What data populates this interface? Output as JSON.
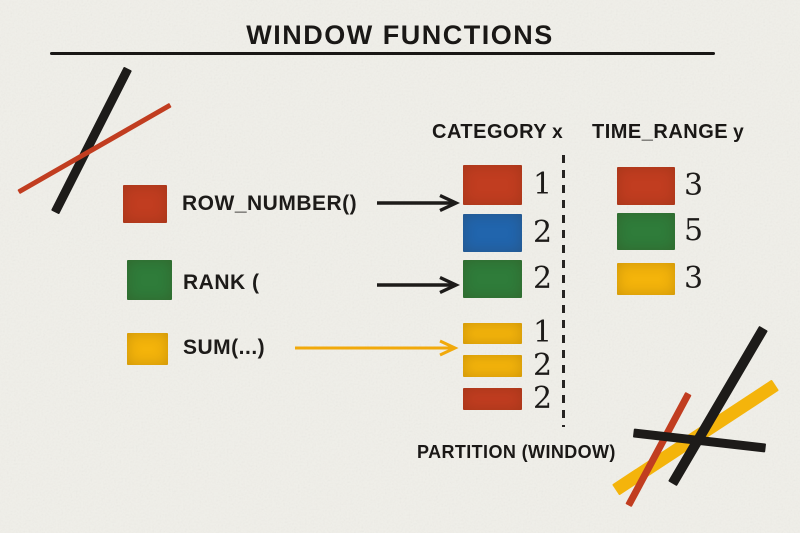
{
  "title": "WINDOW FUNCTIONS",
  "palette": {
    "ink": "#1D1B19",
    "red": "#C13D20",
    "green": "#2F7C3A",
    "yellow": "#F4B40B",
    "blue": "#2165AD",
    "paper": "#F0EFE9",
    "arrow_yellow": "#F1A90B"
  },
  "legend": {
    "items": [
      {
        "label": "ROW_NUMBER()",
        "swatch_color": "#C13D20",
        "arrow_color": "#1D1B19"
      },
      {
        "label": "RANK (",
        "swatch_color": "#2F7C3A",
        "arrow_color": "#1D1B19"
      },
      {
        "label": "SUM(...)",
        "swatch_color": "#F4B40B",
        "arrow_color": "#F1A90B"
      }
    ]
  },
  "category_column": {
    "header": "CATEGORY",
    "header_var": "x",
    "rows": [
      {
        "color": "#C13D20",
        "value": "1"
      },
      {
        "color": "#2165AD",
        "value": "2"
      },
      {
        "color": "#2F7C3A",
        "value": "2"
      },
      {
        "color": "#F4B40B",
        "value": "1"
      },
      {
        "color": "#F4B40B",
        "value": "2"
      },
      {
        "color": "#C13D20",
        "value": "2"
      }
    ],
    "footer": "PARTITION (WINDOW)"
  },
  "time_column": {
    "header": "TIME_RANGE",
    "header_var": "y",
    "rows": [
      {
        "color": "#C13D20",
        "value": "3"
      },
      {
        "color": "#2F7C3A",
        "value": "5"
      },
      {
        "color": "#F4B40B",
        "value": "3"
      }
    ]
  }
}
